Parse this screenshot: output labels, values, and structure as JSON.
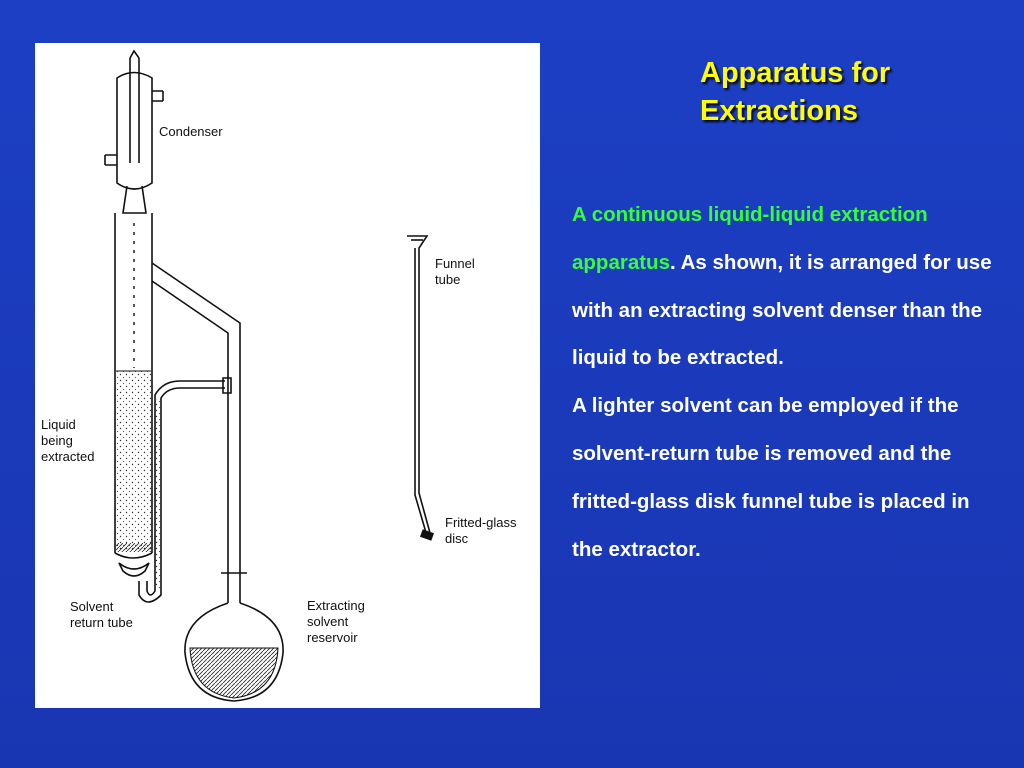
{
  "title": {
    "line1": "Apparatus for",
    "line2": "Extractions"
  },
  "description": {
    "highlight": "A continuous liquid-liquid extraction apparatus",
    "text1": ". As shown, it is arranged for use with an extracting solvent denser than the liquid to be extracted.",
    "text2": "A lighter solvent can be employed if the solvent-return tube is removed and the fritted-glass disk funnel tube is placed in the extractor."
  },
  "diagram": {
    "labels": {
      "condenser": "Condenser",
      "funnel_1": "Funnel",
      "funnel_2": "tube",
      "liquid_1": "Liquid",
      "liquid_2": "being",
      "liquid_3": "extracted",
      "fritted_1": "Fritted-glass",
      "fritted_2": "disc",
      "solvent_1": "Solvent",
      "solvent_2": "return tube",
      "reservoir_1": "Extracting",
      "reservoir_2": "solvent",
      "reservoir_3": "reservoir"
    }
  },
  "colors": {
    "background": "#1c3fc4",
    "title": "#ffff00",
    "highlight": "#33ff33",
    "text": "#ffffff"
  }
}
